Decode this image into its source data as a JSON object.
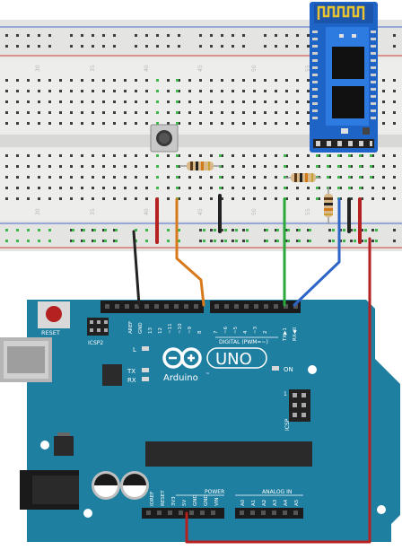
{
  "breadboard": {
    "column_numbers": [
      "30",
      "35",
      "40",
      "45",
      "50",
      "55"
    ]
  },
  "arduino": {
    "logo_text": "UNO",
    "brand_text": "Arduino",
    "tm_mark": "™",
    "reset_label": "RESET",
    "icsp2_label": "ICSP2",
    "icsp_label": "ICSP",
    "icsp_pin1": "1",
    "led_labels": {
      "l": "L",
      "tx": "TX",
      "rx": "RX",
      "on": "ON"
    },
    "digital_label": "DIGITAL (PWM=~)",
    "digital_header_labels": [
      "AREF",
      "GND",
      "13",
      "12",
      "~11",
      "~10",
      "~9",
      "8",
      "7",
      "~6",
      "~5",
      "4",
      "~3",
      "2",
      "TX▶1",
      "RX◀0"
    ],
    "power_label": "POWER",
    "power_pins": [
      "IOREF",
      "RESET",
      "3V3",
      "5V",
      "GND",
      "GND",
      "VIN"
    ],
    "analog_label": "ANALOG IN",
    "analog_pins": [
      "A0",
      "A1",
      "A2",
      "A3",
      "A4",
      "A5"
    ]
  },
  "colors": {
    "board": "#1f7fa0",
    "breadboard": "#e8e8e6",
    "wire_black": "#222222",
    "wire_orange": "#d87a1c",
    "wire_green": "#2aa83a",
    "wire_blue": "#2e66c8",
    "wire_red": "#b52121",
    "bt_module": "#1e63c6"
  }
}
